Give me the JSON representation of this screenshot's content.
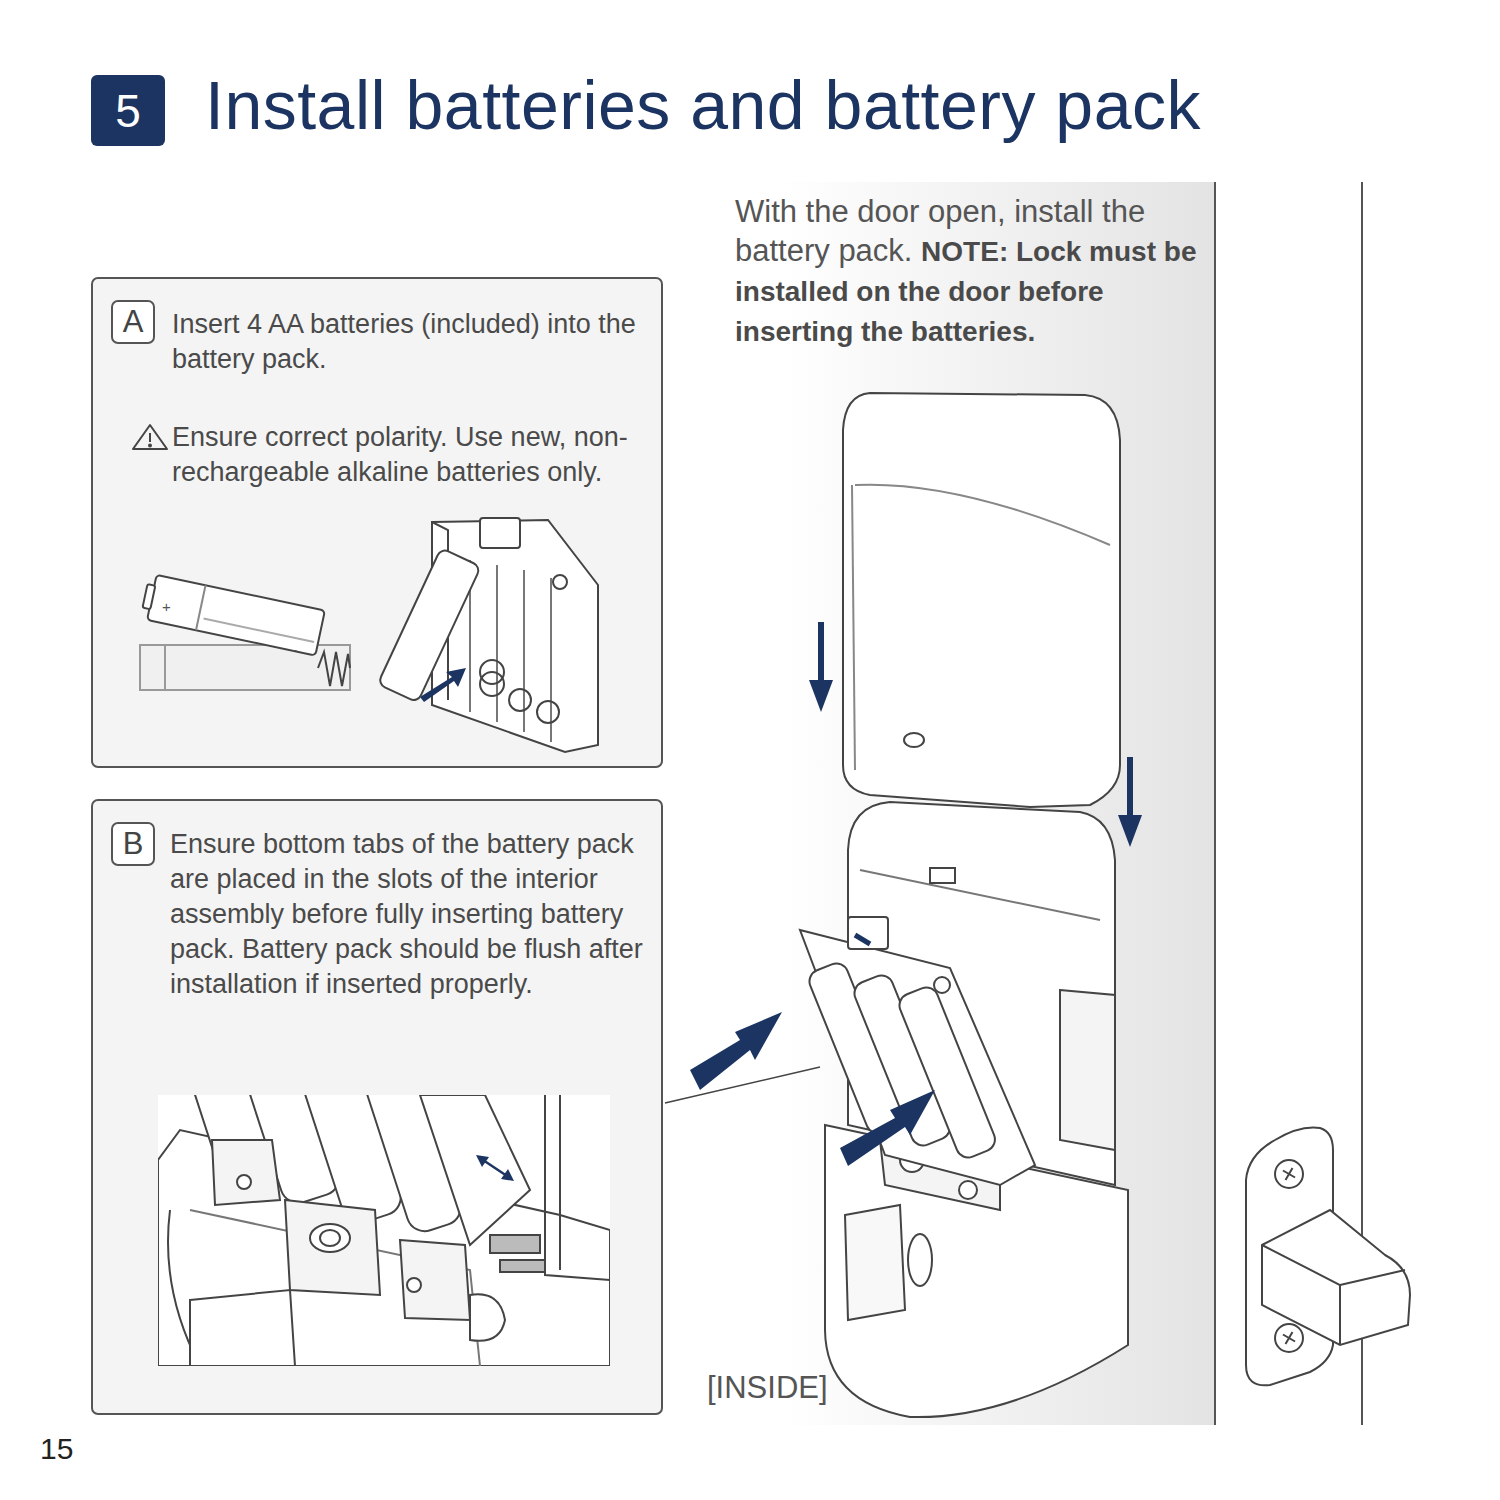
{
  "diagram": {
    "title": "Install batteries and battery pack",
    "nodes": [
      {
        "text": [
          "5"
        ]
      },
      {
        "text": [
          "Insert 4 AA batteries (included) into the battery pack.",
          "Ensure correct polarity. Use new, non-rechargeable alkaline batteries only."
        ]
      },
      {
        "text": [
          "A"
        ],
        "in": 1
      },
      {
        "text": [
          "Ensure bottom tabs of the battery pack are placed in the slots of the interior assembly before fully inserting battery pack. Battery pack should be flush after installation if inserted properly."
        ]
      },
      {
        "text": [
          "B"
        ],
        "in": 3
      }
    ],
    "labels": [
      "With the door open, install the battery pack.",
      "NOTE: Lock must be installed on the door before inserting the batteries.",
      "+",
      "-",
      "[INSIDE]",
      "15"
    ]
  }
}
